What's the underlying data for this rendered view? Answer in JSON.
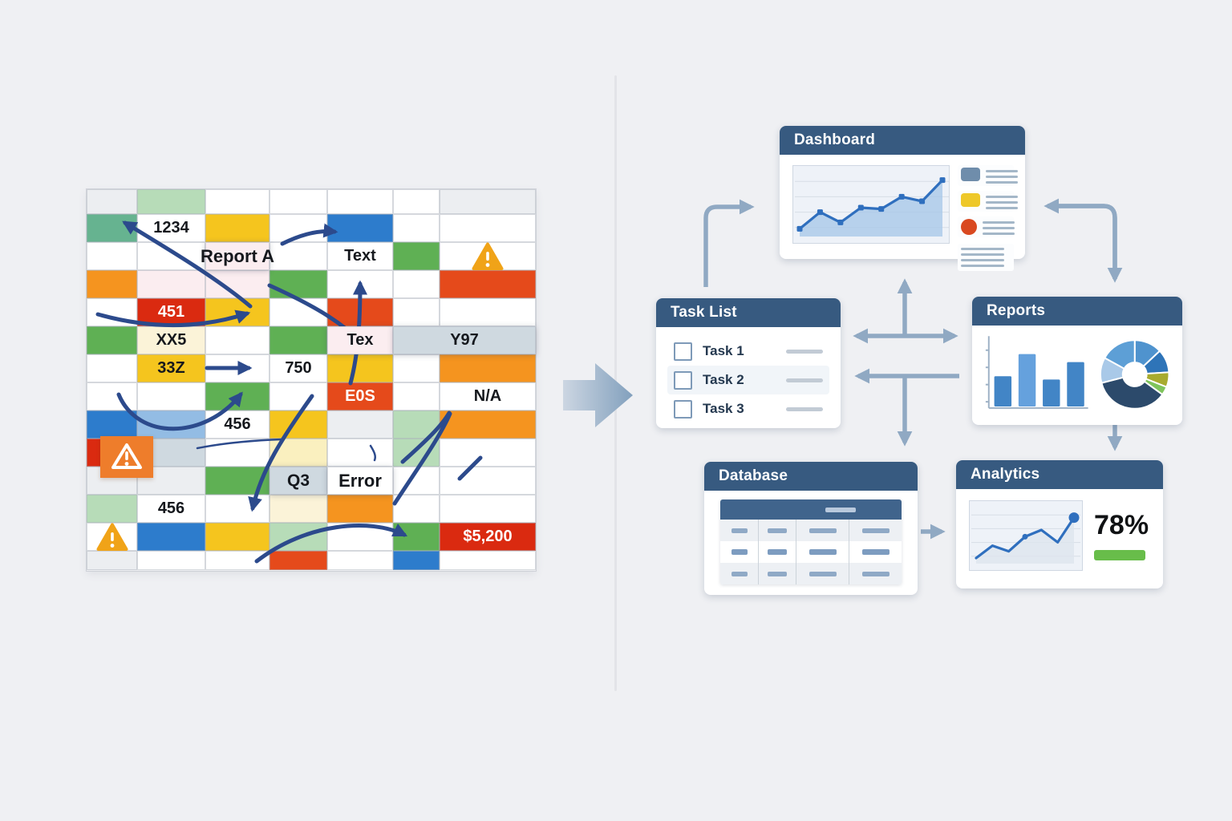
{
  "background_color": "#eff0f3",
  "spreadsheet": {
    "flow_arrow_color": "#2c4a8c",
    "icon_colors": {
      "warning_triangle": "#f0a318",
      "warning_square": "#ee7d2b"
    },
    "palette": {
      "W": "#ffffff",
      "GY": "#eceef1",
      "G": "#5fb054",
      "LG": "#b7dcb8",
      "TG": "#66b390",
      "Y": "#f5c51e",
      "LY": "#fbf3d8",
      "CY": "#faf0bf",
      "PK": "#fbedf0",
      "O": "#f5941f",
      "RO": "#e54a1b",
      "R": "#da2a10",
      "B": "#2d7ccc",
      "LB": "#93bce4",
      "SB": "#cfd9e0"
    },
    "grid": [
      [
        "GY",
        "LG",
        "W",
        "W",
        "W",
        "W",
        "GY"
      ],
      [
        "TG",
        {
          "t": "1234"
        },
        "Y",
        "W",
        "B",
        "W",
        "W"
      ],
      [
        "W",
        "W",
        {
          "c": "PK",
          "t": "Report A",
          "o": true,
          "fs": 22
        },
        "W",
        {
          "t": "Text"
        },
        "G",
        {
          "icon": "warning-triangle"
        }
      ],
      [
        "O",
        "PK",
        "PK",
        "G",
        "W",
        "W",
        "RO"
      ],
      [
        "W",
        {
          "c": "R",
          "t": "451",
          "tc": "#ffffff",
          "b": true
        },
        "Y",
        "W",
        "RO",
        "W",
        "W"
      ],
      [
        "G",
        {
          "c": "LY",
          "t": "XX5"
        },
        "W",
        "G",
        {
          "c": "PK",
          "t": "Tex",
          "o": true
        },
        {
          "c": "SB",
          "t": "Y97",
          "span": 2,
          "o": true
        }
      ],
      [
        "W",
        {
          "c": "Y",
          "t": "33Z"
        },
        "W",
        {
          "t": "750"
        },
        "Y",
        "W",
        "O"
      ],
      [
        "W",
        "W",
        "G",
        "W",
        {
          "c": "RO",
          "t": "E0S",
          "tc": "#ffffff",
          "b": true
        },
        "W",
        {
          "t": "N/A"
        }
      ],
      [
        "B",
        "LB",
        {
          "t": "456"
        },
        "Y",
        "GY",
        "LG",
        "O"
      ],
      [
        {
          "c": "R",
          "icon": "warning-square"
        },
        "SB",
        "W",
        "CY",
        "W",
        "LG",
        "W"
      ],
      [
        "GY",
        "GY",
        "G",
        {
          "c": "SB",
          "t": "Q3",
          "o": true,
          "fs": 21
        },
        {
          "t": "Error",
          "o": true,
          "fs": 22
        },
        "W",
        "W"
      ],
      [
        "LG",
        {
          "t": "456"
        },
        "W",
        "LY",
        "O",
        "W",
        "W"
      ],
      [
        {
          "icon": "warning-triangle"
        },
        "B",
        "Y",
        "LG",
        "W",
        "G",
        {
          "c": "R",
          "t": "$5,200",
          "tc": "#ffffff",
          "b": true
        }
      ],
      [
        "GY",
        "W",
        "W",
        "RO",
        "W",
        "B",
        "W"
      ]
    ]
  },
  "transform_arrow": {
    "color_light": "#ccd6e2",
    "color_dark": "#82a0bd"
  },
  "connectors": {
    "color": "#90a9c3"
  },
  "panels": {
    "dashboard": {
      "title": "Dashboard",
      "chart_data": {
        "type": "line",
        "values": [
          12,
          38,
          22,
          45,
          43,
          62,
          55,
          88
        ],
        "grid": true,
        "area": true
      },
      "line_color": "#2f6fbe",
      "area_color": "#a9c8e8",
      "legend": [
        {
          "swatch": "rounded-square",
          "color": "#6f8dab",
          "lines": 3
        },
        {
          "swatch": "rounded-square",
          "color": "#eec829",
          "lines": 3
        },
        {
          "swatch": "circle",
          "color": "#d94920",
          "lines": 3
        }
      ],
      "text_block_lines": 4
    },
    "task_list": {
      "title": "Task List",
      "tasks": [
        {
          "label": "Task 1",
          "checked": false
        },
        {
          "label": "Task 2",
          "checked": false
        },
        {
          "label": "Task 3",
          "checked": false
        }
      ],
      "highlighted_index": 1
    },
    "reports": {
      "title": "Reports",
      "chart_data": [
        {
          "type": "bar",
          "values": [
            45,
            78,
            40,
            66
          ],
          "colors": [
            "#4285c6",
            "#65a1dd",
            "#4285c6",
            "#4285c6"
          ]
        },
        {
          "type": "donut",
          "slices": [
            {
              "color": "#4f93ce",
              "pct": 13
            },
            {
              "color": "#2e74b8",
              "pct": 11
            },
            {
              "color": "#a8ab2f",
              "pct": 7
            },
            {
              "color": "#7fc45c",
              "pct": 4
            },
            {
              "color": "#2c4a6b",
              "pct": 36
            },
            {
              "color": "#a9c9e8",
              "pct": 12
            },
            {
              "color": "#5d9fd6",
              "pct": 17
            }
          ]
        }
      ]
    },
    "database": {
      "title": "Database",
      "table": {
        "rows": 3,
        "cols": 4,
        "header_dash": true
      }
    },
    "analytics": {
      "title": "Analytics",
      "chart_data": {
        "type": "line",
        "values": [
          10,
          32,
          22,
          48,
          60,
          38,
          82
        ],
        "grid": true,
        "area": true
      },
      "line_color": "#2f6fbe",
      "metric": "78%",
      "progress_color": "#68bd4a"
    }
  }
}
